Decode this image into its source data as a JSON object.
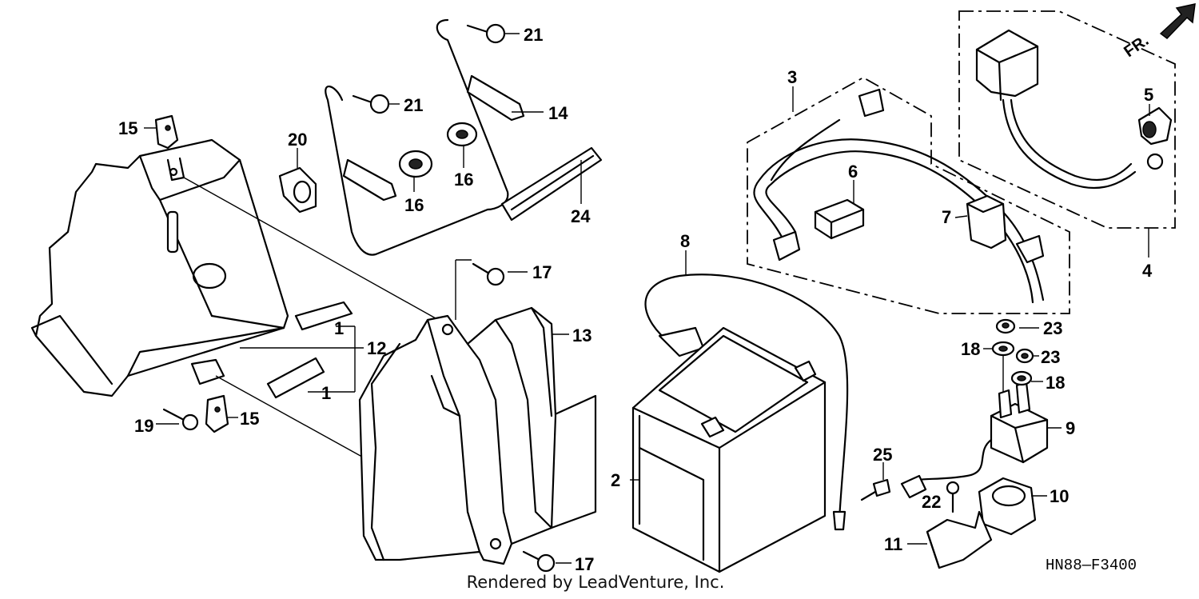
{
  "diagram_code": "HN88—F3400",
  "footer": "Rendered by LeadVenture, Inc.",
  "direction_label": "FR.",
  "callouts": [
    {
      "id": "c21a",
      "label": "21"
    },
    {
      "id": "c21b",
      "label": "21"
    },
    {
      "id": "c14",
      "label": "14"
    },
    {
      "id": "c15a",
      "label": "15"
    },
    {
      "id": "c20",
      "label": "20"
    },
    {
      "id": "c16a",
      "label": "16"
    },
    {
      "id": "c16b",
      "label": "16"
    },
    {
      "id": "c24",
      "label": "24"
    },
    {
      "id": "c3",
      "label": "3"
    },
    {
      "id": "c5",
      "label": "5"
    },
    {
      "id": "c6",
      "label": "6"
    },
    {
      "id": "c7",
      "label": "7"
    },
    {
      "id": "c4",
      "label": "4"
    },
    {
      "id": "c8",
      "label": "8"
    },
    {
      "id": "c17a",
      "label": "17"
    },
    {
      "id": "c13",
      "label": "13"
    },
    {
      "id": "c1a",
      "label": "1"
    },
    {
      "id": "c12",
      "label": "12"
    },
    {
      "id": "c1b",
      "label": "1"
    },
    {
      "id": "c19",
      "label": "19"
    },
    {
      "id": "c15b",
      "label": "15"
    },
    {
      "id": "c23a",
      "label": "23"
    },
    {
      "id": "c18a",
      "label": "18"
    },
    {
      "id": "c23b",
      "label": "23"
    },
    {
      "id": "c18b",
      "label": "18"
    },
    {
      "id": "c9",
      "label": "9"
    },
    {
      "id": "c2",
      "label": "2"
    },
    {
      "id": "c25",
      "label": "25"
    },
    {
      "id": "c10",
      "label": "10"
    },
    {
      "id": "c22",
      "label": "22"
    },
    {
      "id": "c11",
      "label": "11"
    },
    {
      "id": "c17b",
      "label": "17"
    }
  ]
}
